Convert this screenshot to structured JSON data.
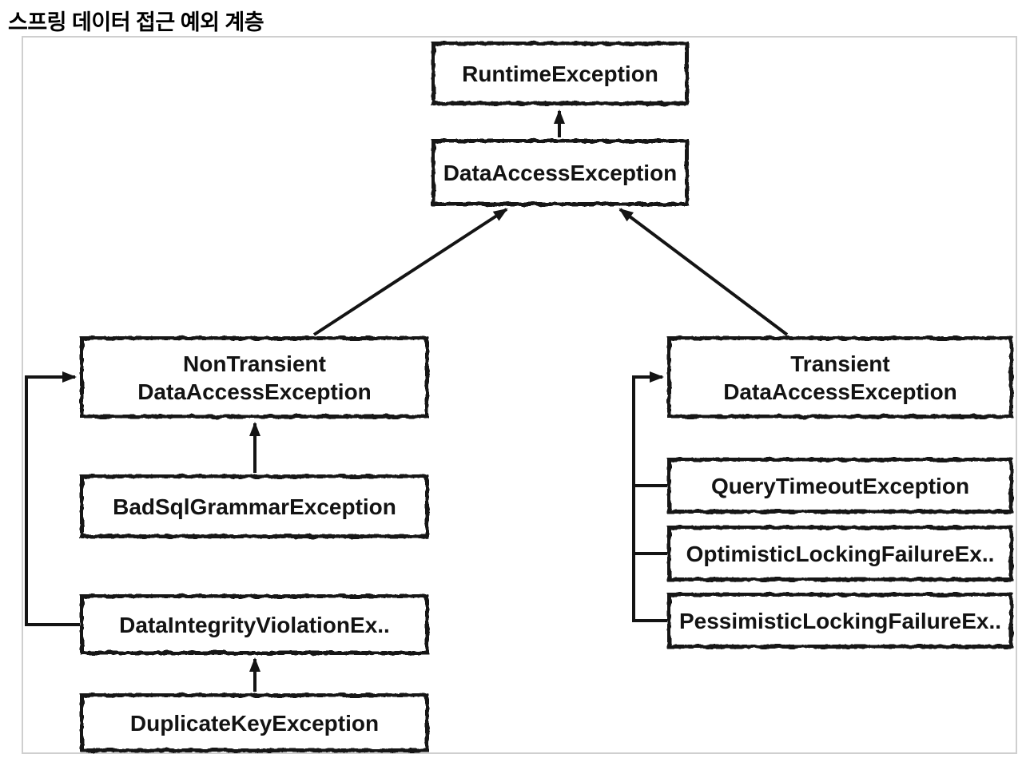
{
  "title": "스프링 데이터 접근 예외 계층",
  "diagram": {
    "nodes": {
      "runtime": {
        "label": "RuntimeException"
      },
      "data_access": {
        "label": "DataAccessException"
      },
      "non_transient": {
        "line1": "NonTransient",
        "line2": "DataAccessException"
      },
      "bad_sql": {
        "label": "BadSqlGrammarException"
      },
      "data_integrity": {
        "label": "DataIntegrityViolationEx.."
      },
      "duplicate_key": {
        "label": "DuplicateKeyException"
      },
      "transient": {
        "line1": "Transient",
        "line2": "DataAccessException"
      },
      "query_timeout": {
        "label": "QueryTimeoutException"
      },
      "optimistic": {
        "label": "OptimisticLockingFailureEx.."
      },
      "pessimistic": {
        "label": "PessimisticLockingFailureEx.."
      }
    },
    "edges": [
      {
        "from": "DataAccessException",
        "to": "RuntimeException",
        "style": "straight-arrow"
      },
      {
        "from": "NonTransientDataAccessException",
        "to": "DataAccessException",
        "style": "diagonal-arrow"
      },
      {
        "from": "TransientDataAccessException",
        "to": "DataAccessException",
        "style": "diagonal-arrow"
      },
      {
        "from": "BadSqlGrammarException",
        "to": "NonTransientDataAccessException",
        "style": "straight-arrow"
      },
      {
        "from": "DataIntegrityViolationEx..",
        "to": "NonTransientDataAccessException",
        "style": "elbow-arrow"
      },
      {
        "from": "DuplicateKeyException",
        "to": "DataIntegrityViolationEx..",
        "style": "straight-arrow"
      },
      {
        "from": "QueryTimeoutException",
        "to": "TransientDataAccessException",
        "style": "elbow"
      },
      {
        "from": "OptimisticLockingFailureEx..",
        "to": "TransientDataAccessException",
        "style": "elbow"
      },
      {
        "from": "PessimisticLockingFailureEx..",
        "to": "TransientDataAccessException",
        "style": "elbow-arrow"
      }
    ],
    "colors": {
      "line": "#141414",
      "box_border": "#141414",
      "box_fill": "#ffffff",
      "text": "#131313",
      "frame_border": "#cfcfcf",
      "background": "#ffffff"
    }
  }
}
